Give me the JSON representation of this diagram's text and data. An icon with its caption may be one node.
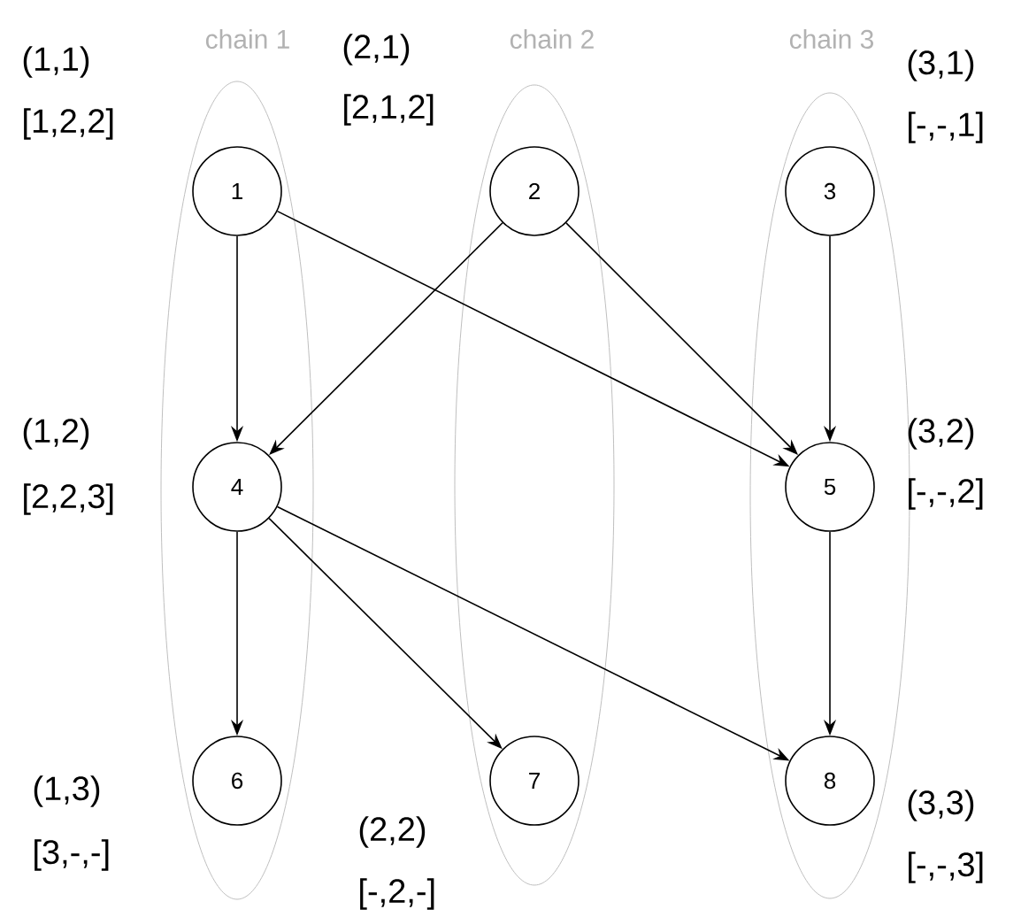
{
  "diagram": {
    "nodes": [
      {
        "text": [
          "chain 1"
        ]
      },
      {
        "text": [
          "chain 2"
        ]
      },
      {
        "text": [
          "chain 3"
        ]
      },
      {
        "text": [
          "1"
        ],
        "in": 0,
        "beside": [
          "(1,1)",
          "[1,2,2]"
        ]
      },
      {
        "text": [
          "2"
        ],
        "in": 1,
        "beside": [
          "(2,1)",
          "[2,1,2]"
        ]
      },
      {
        "text": [
          "3"
        ],
        "in": 2,
        "beside": [
          "(3,1)",
          "[-,-,1]"
        ]
      },
      {
        "text": [
          "4"
        ],
        "in": 0,
        "beside": [
          "(1,2)",
          "[2,2,3]"
        ]
      },
      {
        "text": [
          "5"
        ],
        "in": 2,
        "beside": [
          "(3,2)",
          "[-,-,2]"
        ]
      },
      {
        "text": [
          "6"
        ],
        "in": 0,
        "beside": [
          "(1,3)",
          "[3,-,-]"
        ]
      },
      {
        "text": [
          "7"
        ],
        "in": 1,
        "beside": [
          "(2,2)",
          "[-,2,-]"
        ]
      },
      {
        "text": [
          "8"
        ],
        "in": 2,
        "beside": [
          "(3,3)",
          "[-,-,3]"
        ]
      }
    ],
    "edges": [
      {
        "from": 3,
        "to": 6,
        "arrow": "to"
      },
      {
        "from": 3,
        "to": 7,
        "arrow": "to"
      },
      {
        "from": 4,
        "to": 6,
        "arrow": "to"
      },
      {
        "from": 4,
        "to": 7,
        "arrow": "to"
      },
      {
        "from": 5,
        "to": 7,
        "arrow": "to"
      },
      {
        "from": 6,
        "to": 8,
        "arrow": "to"
      },
      {
        "from": 6,
        "to": 9,
        "arrow": "to"
      },
      {
        "from": 6,
        "to": 10,
        "arrow": "to"
      },
      {
        "from": 7,
        "to": 10,
        "arrow": "to"
      }
    ]
  }
}
